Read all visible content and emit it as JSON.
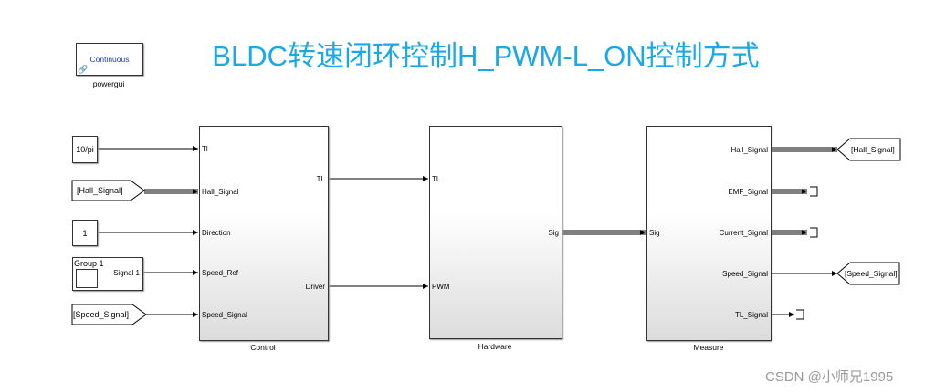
{
  "title": "BLDC转速闭环控制H_PWM-L_ON控制方式",
  "title_color": "#1ba8e6",
  "powergui": {
    "label": "Continuous",
    "caption": "powergui"
  },
  "sources": {
    "tl": "10/pi",
    "hall_from": "[Hall_Signal]",
    "direction": "1",
    "signal_builder_group": "Group 1",
    "signal_builder_out": "Signal 1",
    "speed_from": "[Speed_Signal]"
  },
  "control": {
    "name": "Control",
    "inputs": [
      "Tl",
      "Hall_Signal",
      "Direction",
      "Speed_Ref",
      "Speed_Signal"
    ],
    "outputs": [
      "TL",
      "Driver"
    ]
  },
  "hardware": {
    "name": "Hardware",
    "inputs": [
      "TL",
      "PWM"
    ],
    "outputs": [
      "Sig"
    ]
  },
  "measure": {
    "name": "Measure",
    "inputs": [
      "Sig"
    ],
    "outputs": [
      "Hall_Signal",
      "EMF_Signal",
      "Current_Signal",
      "Speed_Signal",
      "TL_Signal"
    ]
  },
  "gotos": {
    "hall": "[Hall_Signal]",
    "speed": "[Speed_Signal]"
  },
  "watermark": "CSDN @小师兄1995"
}
